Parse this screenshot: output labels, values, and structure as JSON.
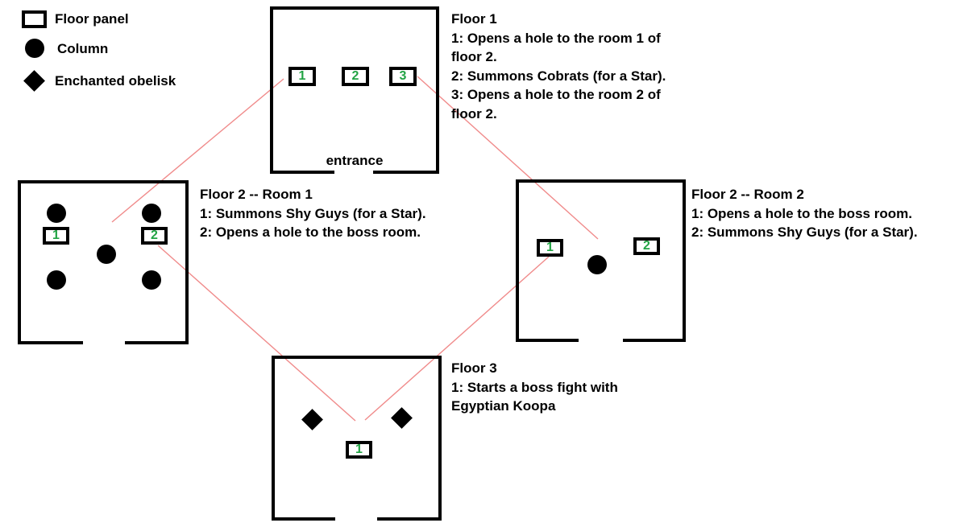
{
  "colors": {
    "panel_number_green": "#22a344",
    "connector_red": "#f08b8b",
    "ink_black": "#000000"
  },
  "legend": {
    "items": [
      {
        "icon": "floor-panel-swatch",
        "label": "Floor panel"
      },
      {
        "icon": "column-swatch",
        "label": "Column"
      },
      {
        "icon": "enchanted-obelisk-swatch",
        "label": "Enchanted obelisk"
      }
    ]
  },
  "floor1": {
    "panels": [
      "1",
      "2",
      "3"
    ],
    "entrance_label": "entrance",
    "notes": {
      "lines": [
        "Floor 1",
        "1: Opens a hole to the room 1 of",
        "floor 2.",
        "2: Summons Cobrats (for a Star).",
        "3: Opens a hole to the room 2 of",
        "floor 2."
      ]
    }
  },
  "floor2_room1": {
    "panels": [
      "1",
      "2"
    ],
    "notes": {
      "lines": [
        "Floor 2 -- Room 1",
        "1: Summons Shy Guys (for a Star).",
        "2: Opens a hole to the boss room."
      ]
    }
  },
  "floor2_room2": {
    "panels": [
      "1",
      "2"
    ],
    "notes": {
      "lines": [
        "Floor 2 -- Room 2",
        "1: Opens a hole to the boss room.",
        "2: Summons Shy Guys (for a Star)."
      ]
    }
  },
  "floor3": {
    "panels": [
      "1"
    ],
    "notes": {
      "lines": [
        "Floor 3",
        "1: Starts a boss fight with",
        "Egyptian Koopa"
      ]
    }
  },
  "connections": [
    {
      "from": "floor1-panel-1",
      "to": "floor2-room1"
    },
    {
      "from": "floor1-panel-3",
      "to": "floor2-room2"
    },
    {
      "from": "floor2-room1-panel-2",
      "to": "floor3-boss-room"
    },
    {
      "from": "floor2-room2-panel-1",
      "to": "floor3-boss-room"
    }
  ]
}
